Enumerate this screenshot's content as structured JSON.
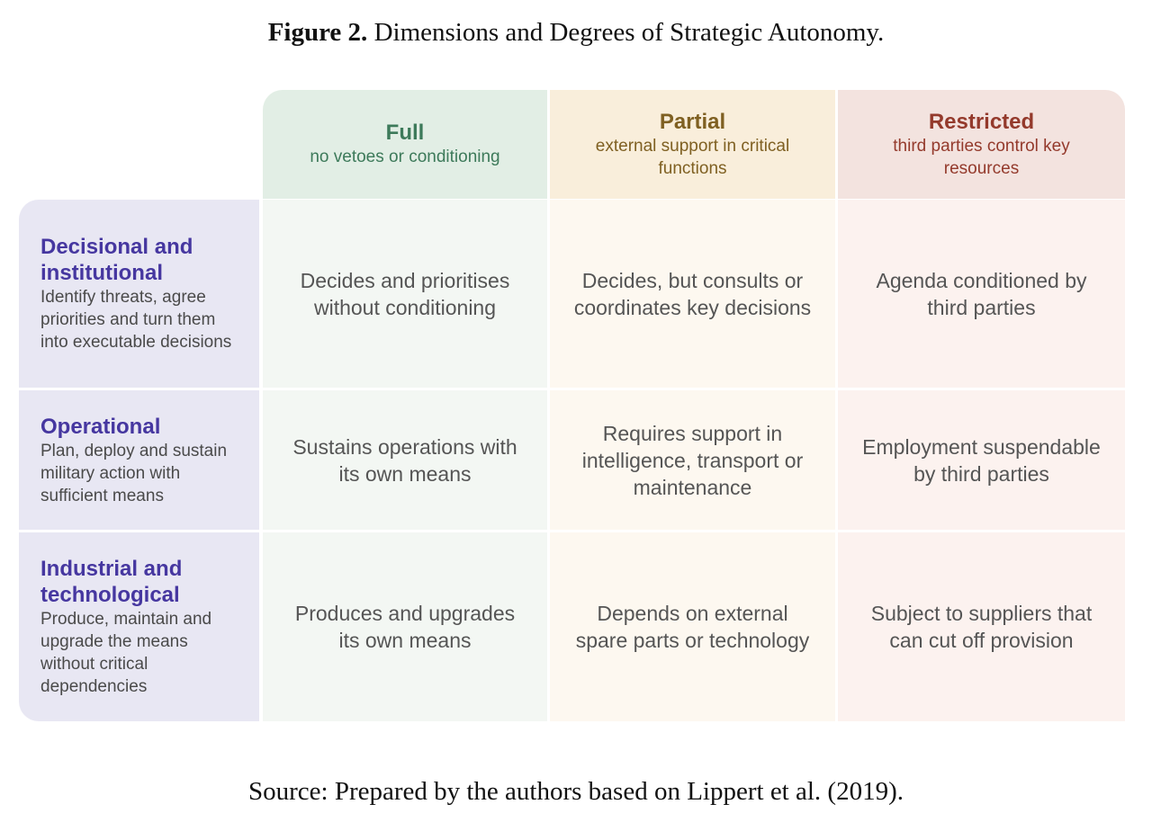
{
  "caption": {
    "label": "Figure 2.",
    "title": " Dimensions and Degrees of Strategic Autonomy."
  },
  "columns": [
    {
      "title": "Full",
      "subtitle": "no vetoes or conditioning",
      "color": "#3d7a5a"
    },
    {
      "title": "Partial",
      "subtitle": "external support in critical functions",
      "color": "#7f6022"
    },
    {
      "title": "Restricted",
      "subtitle": "third parties control key resources",
      "color": "#943a2c"
    }
  ],
  "rows": [
    {
      "title": "Decisional and institutional",
      "subtitle": "Identify threats, agree priorities and turn them into executable decisions",
      "cells": [
        "Decides and prioritises without conditioning",
        "Decides, but consults or coordinates key decisions",
        "Agenda conditioned by third parties"
      ]
    },
    {
      "title": "Operational",
      "subtitle": "Plan, deploy and sustain military action with sufficient means",
      "cells": [
        "Sustains operations with its own means",
        "Requires support in intelligence, transport or maintenance",
        "Employment suspendable by third parties"
      ]
    },
    {
      "title": "Industrial and technological",
      "subtitle": "Produce, maintain and upgrade the means without critical dependencies",
      "cells": [
        "Produces and upgrades its own means",
        "Depends on external spare parts or technology",
        "Subject to suppliers that can cut off provision"
      ]
    }
  ],
  "source": "Source: Prepared by the authors based on Lippert et al. (2019)."
}
